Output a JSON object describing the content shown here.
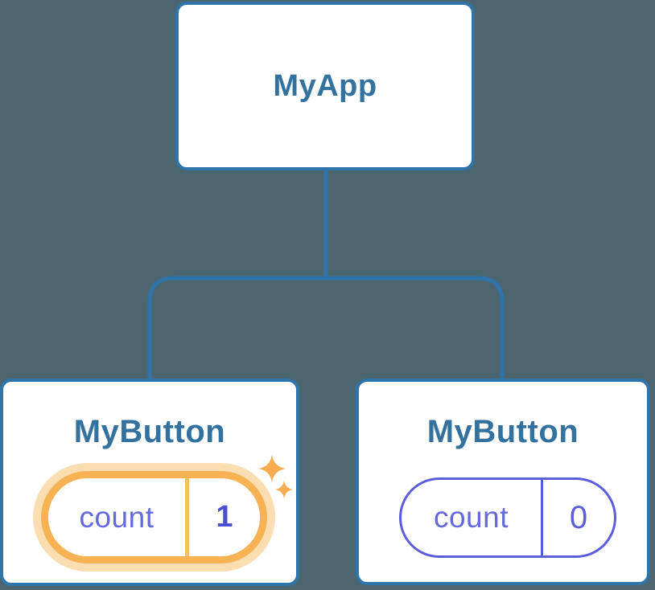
{
  "tree": {
    "root": {
      "label": "MyApp"
    },
    "children": [
      {
        "label": "MyButton",
        "state": {
          "name": "count",
          "value": "1"
        },
        "highlighted": true
      },
      {
        "label": "MyButton",
        "state": {
          "name": "count",
          "value": "0"
        },
        "highlighted": false
      }
    ]
  },
  "colors": {
    "background": "#4C6670",
    "node_border": "#2E73A9",
    "node_label_text": "#33719F",
    "connector_line": "#2E73A9",
    "state_border_purple": "#5A5FD9",
    "state_key_text": "#6569DC",
    "state_value_bold": "#4B50D2",
    "highlight_orange": "#F7B254",
    "highlight_glow": "#FBDDB2",
    "sparkle_orange": "#F7AC4F"
  },
  "icons": {
    "sparkles": "two four-point sparkle stars marking updated state"
  }
}
